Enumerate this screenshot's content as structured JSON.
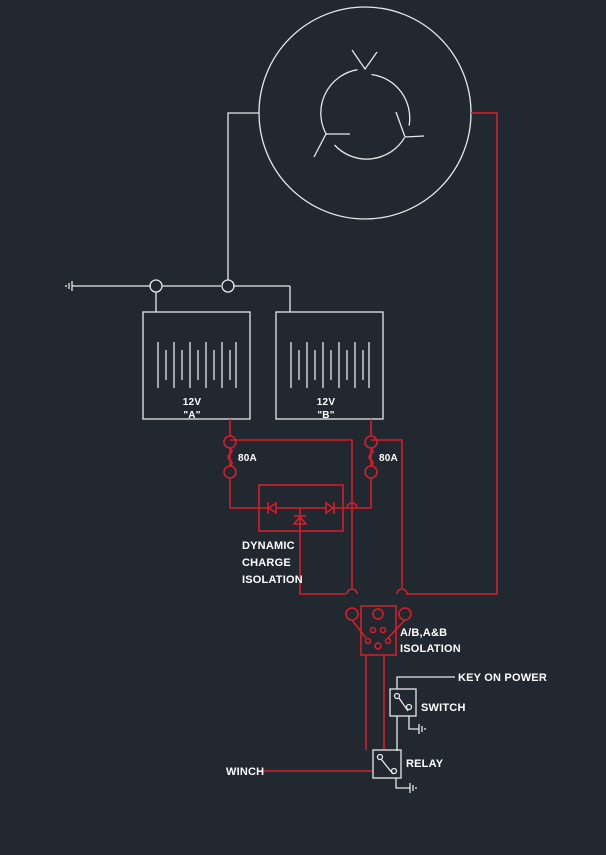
{
  "labels": {
    "battery_a_voltage": "12V",
    "battery_a_name": "\"A\"",
    "battery_b_voltage": "12V",
    "battery_b_name": "\"B\"",
    "fuse_a_rating": "80A",
    "fuse_b_rating": "80A",
    "dci_line1": "DYNAMIC",
    "dci_line2": "CHARGE",
    "dci_line3": "ISOLATION",
    "iso_line1": "A/B,A&B",
    "iso_line2": "ISOLATION",
    "key_on_power": "KEY ON POWER",
    "switch": "SWITCH",
    "relay": "RELAY",
    "winch": "WINCH"
  },
  "colors": {
    "background": "#212830",
    "white_wire": "#e8e8e8",
    "red_wire": "#d41f2a"
  },
  "icons": {
    "alternator": "alternator-icon",
    "ground": "ground-icon",
    "fuse": "fuse-icon",
    "diode": "diode-icon",
    "relay": "relay-icon"
  }
}
